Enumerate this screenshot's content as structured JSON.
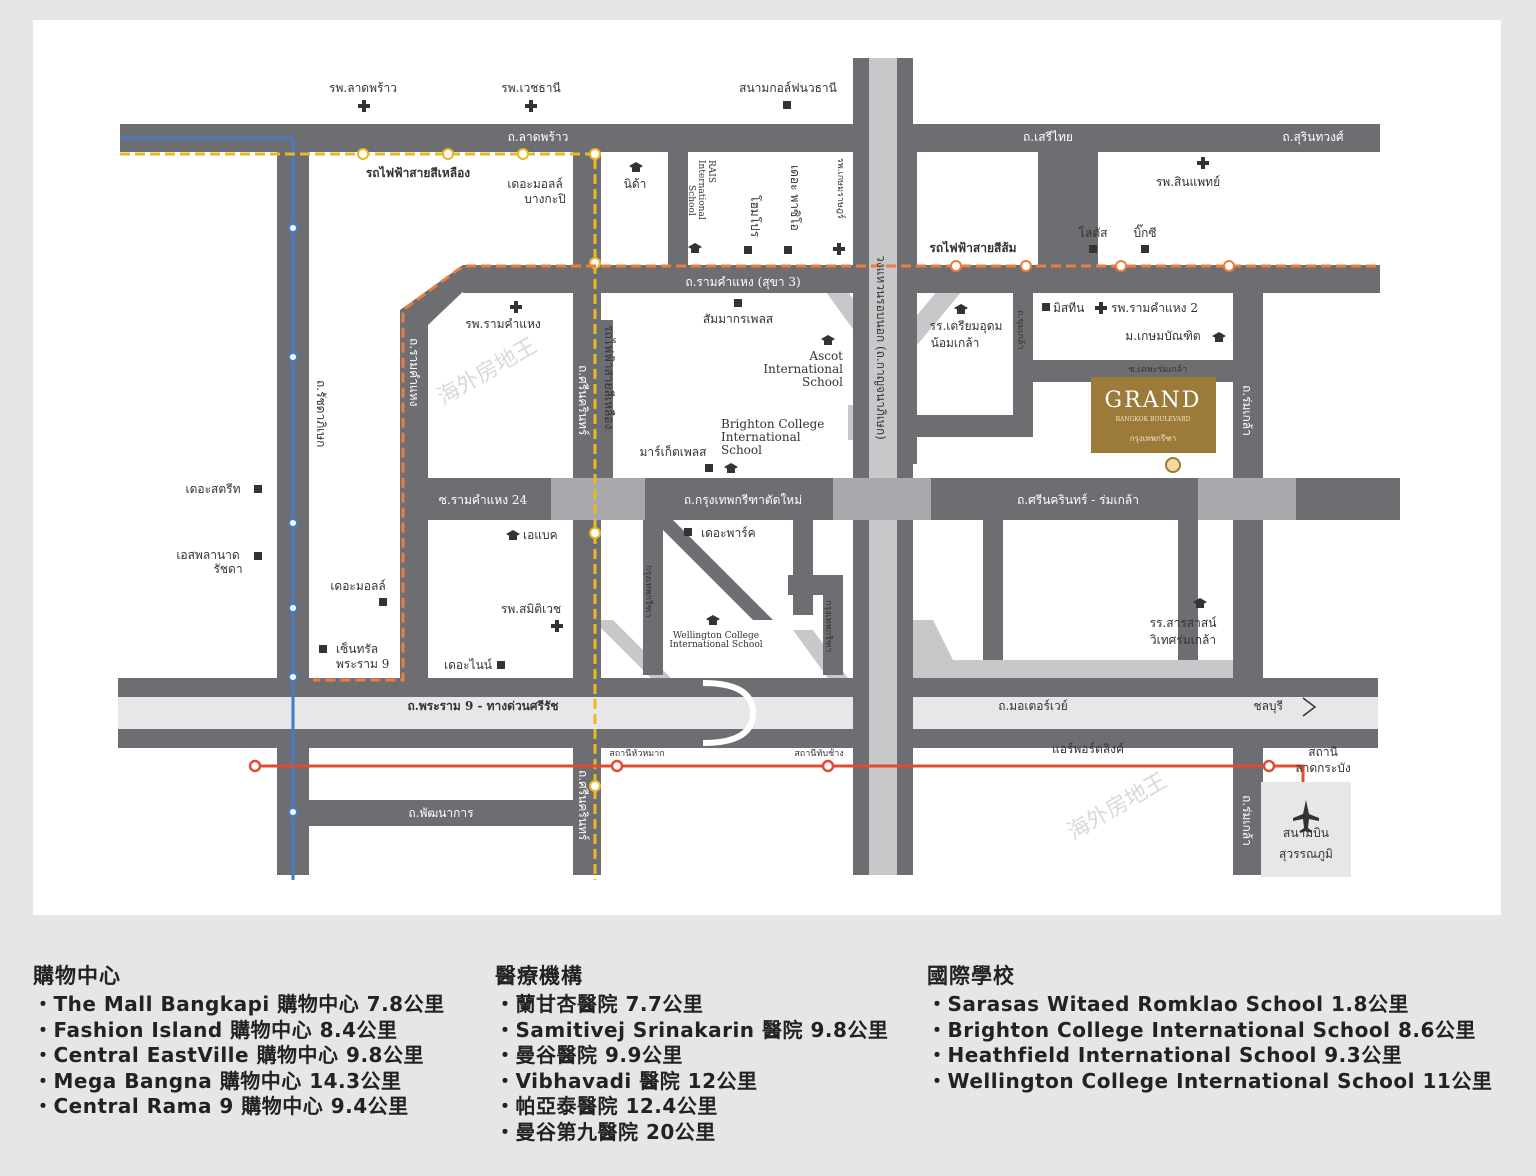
{
  "map": {
    "roads": {
      "lat_phrao": "ถ.ลาดพร้าว",
      "seri_thai": "ถ.เสรีไทย",
      "surinthawong": "ถ.สุรินทวงศ์",
      "ramkhamhaeng_sukha3": "ถ.รามคำแหง (สุขา 3)",
      "ramkhamhaeng_24": "ซ.รามคำแหง 24",
      "krungthep_kritha": "ถ.กรุงเทพกรีฑาตัดใหม่",
      "srinakarin_romklao": "ถ.ศรีนครินทร์ - ร่มเกล้า",
      "rama9_expressway": "ถ.พระราม 9 - ทางด่วนศรีรัช",
      "motorway": "ถ.มอเตอร์เวย์",
      "chonburi": "ชลบุรี",
      "phatthanakan": "ถ.พัฒนาการ",
      "ratchadaphisek": "ถ.รัชดาภิเษก",
      "ramkhamhaeng_v": "ถ.รามคำแหง",
      "srinakarin_v": "ถ.ศรีนครินทร์",
      "srinakarin_v2": "ถ.ศรีนครินทร์",
      "kanchanaphisek": "วงแหวนรอบนอก (ถ.กาญจนาภิเษก)",
      "romklao_v": "ถ.ร่มเกล้า",
      "romklao_v2": "ถ.ร่มเกล้า",
      "khumklao": "ถ.ขุมเกล้า",
      "soi_khehaemklao": "ซ.เคหะร่มเกล้า",
      "krungthep_kritha_v": "กรุงเทพกรีฑา",
      "krungthep_kritha_v2": "กรุงเทพกรีฑา"
    },
    "rail": {
      "yellow_line": "รถไฟฟ้าสายสีเหลือง",
      "orange_line": "รถไฟฟ้าสายสีส้ม",
      "yellow_line_v": "รถไฟฟ้าสายสีเหลือง",
      "airport_link": "แอร์พอร์ตลิงค์",
      "stn_hua_mak": "สถานีหัวหมาก",
      "stn_ban_thap_chang": "สถานีทับช้าง",
      "stn_lat_krabang_1": "สถานี",
      "stn_lat_krabang_2": "ลาดกระบัง"
    },
    "pois": {
      "h_lat_phrao": "รพ.ลาดพร้าว",
      "h_vejthani": "รพ.เวชธานี",
      "nava_golf": "สนามกอล์ฟนวธานี",
      "the_mall_bangkapi_1": "เดอะมอลล์",
      "the_mall_bangkapi_2": "บางกะปิ",
      "nida": "นิด้า",
      "rais_1": "RAIS",
      "rais_2": "International",
      "rais_3": "School",
      "home_pro": "โฮมโปร",
      "the_promenade": "เดอะ พาซิโอ",
      "h_kasemrad": "รพ.เกษมราษฎร์",
      "h_sinphaet": "รพ.สินแพทย์",
      "lotus": "โลตัส",
      "big_c": "บิ๊กซี",
      "h_ramkhamhaeng": "รพ.รามคำแหง",
      "sammakorn": "สัมมากรเพลส",
      "ascot_1": "Ascot",
      "ascot_2": "International",
      "ascot_3": "School",
      "school_triam": "รร.เตรียมอุดม",
      "school_triam_2": "น้อมเกล้า",
      "mistine": "มิสทีน",
      "h_ramkhamhaeng2": "รพ.รามคำแหง 2",
      "kasem_bundit": "ม.เกษมบัณฑิต",
      "brighton_1": "Brighton College",
      "brighton_2": "International",
      "brighton_3": "School",
      "market_place": "มาร์เก็ตเพลส",
      "the_street": "เดอะสตรีท",
      "esplanade_1": "เอสพลานาด",
      "esplanade_2": "รัชดา",
      "the_mall_3": "เดอะมอลล์",
      "central_1": "เซ็นทรัล",
      "central_2": "พระราม 9",
      "abac": "เอแบค",
      "the_park": "เดอะพาร์ค",
      "h_samitivej": "รพ.สมิติเวช",
      "the_nine": "เดอะไนน์",
      "wellington_1": "Wellington College",
      "wellington_2": "International School",
      "sarasas_1": "รร.สารสาสน์",
      "sarasas_2": "วิเทศร่มเกล้า",
      "airport_1": "สนามบิน",
      "airport_2": "สุวรรณภูมิ"
    },
    "project": {
      "name": "GRAND",
      "subtitle": "BANGKOK BOULEVARD",
      "thai": "กรุงเทพกรีฑา"
    },
    "watermark": "海外房地王"
  },
  "colors": {
    "road": "#6d6e71",
    "road_light": "#c7c8ca",
    "yellow_line": "#e9b824",
    "orange_line": "#ef7d3a",
    "blue_line": "#4a78c9",
    "airport_link": "#e04b32",
    "gold": "#9b7a3a"
  },
  "legend": {
    "shopping": {
      "title": "購物中心",
      "items": [
        "The Mall Bangkapi 購物中心 7.8公里",
        "Fashion Island 購物中心 8.4公里",
        "Central EastVille 購物中心 9.8公里",
        "Mega Bangna 購物中心 14.3公里",
        "Central Rama 9 購物中心 9.4公里"
      ]
    },
    "medical": {
      "title": "醫療機構",
      "items": [
        "蘭甘杏醫院 7.7公里",
        "Samitivej Srinakarin 醫院 9.8公里",
        "曼谷醫院 9.9公里",
        "Vibhavadi 醫院 12公里",
        "帕亞泰醫院 12.4公里",
        "曼谷第九醫院 20公里"
      ]
    },
    "schools": {
      "title": "國際學校",
      "items": [
        "Sarasas Witaed Romklao School 1.8公里",
        "Brighton College International School 8.6公里",
        "Heathfield International School 9.3公里",
        "Wellington College International School 11公里"
      ]
    }
  }
}
